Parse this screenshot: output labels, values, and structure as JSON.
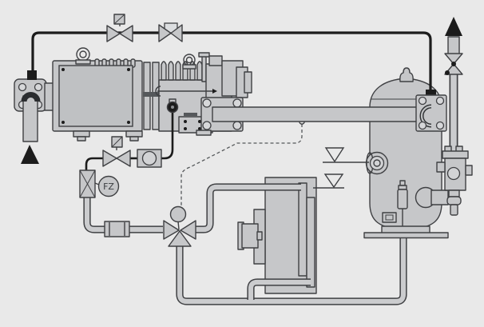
{
  "labels": {
    "flow_switch": "FZ"
  },
  "colors": {
    "background": "#e9e9e9",
    "component_fill": "#c6c7c9",
    "component_fill_dark": "#bfc1c3",
    "component_fill_light": "#d2d3d5",
    "pipe_fill": "#cbccce",
    "outline": "#3f4043",
    "pipe_black": "#1c1c1c",
    "dashed_line": "#55585a"
  },
  "components": [
    "suction-arrow",
    "suction-flange",
    "screw-compressor",
    "motor-terminal-box",
    "lifting-eye",
    "economizer-line",
    "top-line-solenoid-valve",
    "top-line-shutoff-valve",
    "discharge-pipe",
    "oil-separator",
    "separator-sight-glass",
    "level-indicator-upper",
    "level-indicator-lower",
    "discharge-line-valve",
    "discharge-arrow",
    "service-valve-assembly",
    "oil-drain-fitting",
    "oil-cooler",
    "oil-cooler-motor",
    "oil-return-line",
    "three-way-oil-valve",
    "valve-actuator",
    "temperature-sensor-line",
    "oil-filter",
    "oil-flow-sight-glass",
    "flow-switch",
    "oil-solenoid-valve",
    "oil-sight-glass-check",
    "compressor-oil-port"
  ]
}
